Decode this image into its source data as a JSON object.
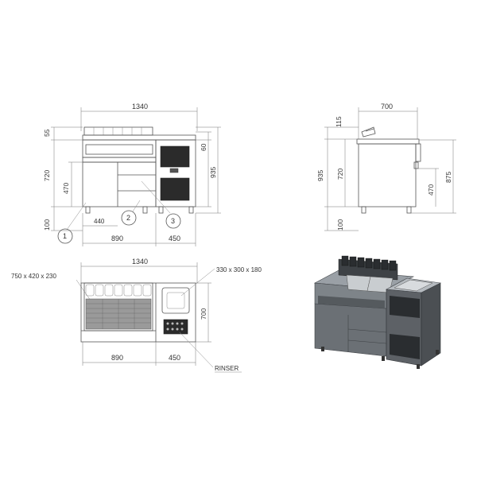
{
  "front_view": {
    "width_total": "1340",
    "width_left": "890",
    "width_right": "450",
    "depth_inner": "440",
    "h_top": "55",
    "h_mid": "720",
    "h_drawer": "470",
    "h_base": "100",
    "h_right_top": "60",
    "h_right_total": "935",
    "callouts": [
      "1",
      "2",
      "3"
    ]
  },
  "side_view": {
    "depth": "700",
    "h_top": "115",
    "h_total": "935",
    "h_mid": "720",
    "h_base": "100",
    "h_drawer": "470",
    "h_right": "875"
  },
  "top_view": {
    "width_total": "1340",
    "depth": "700",
    "width_left": "890",
    "width_right": "450",
    "gn_size": "750 x 420 x 230",
    "sink_size": "330 x 300 x 180",
    "rinser": "RINSER"
  }
}
